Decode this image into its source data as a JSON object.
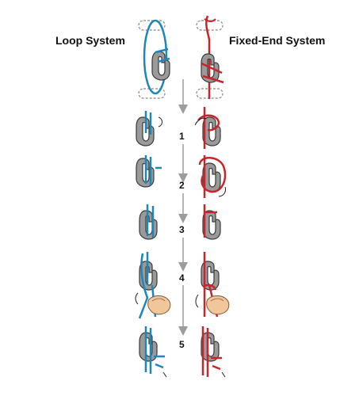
{
  "titles": {
    "left": "Loop System",
    "right": "Fixed-End System"
  },
  "steps": [
    "1",
    "2",
    "3",
    "4",
    "5"
  ],
  "colors": {
    "loop_rope": "#1e86b8",
    "fixed_rope": "#c8252a",
    "hook": "#9a9a9a",
    "hook_outline": "#3a3a3a",
    "arrow": "#9c9c9c",
    "hand": "#f1c69a"
  },
  "icons": {
    "hook": "hook-icon",
    "hand": "hand-icon",
    "arrow": "down-arrow-icon"
  }
}
